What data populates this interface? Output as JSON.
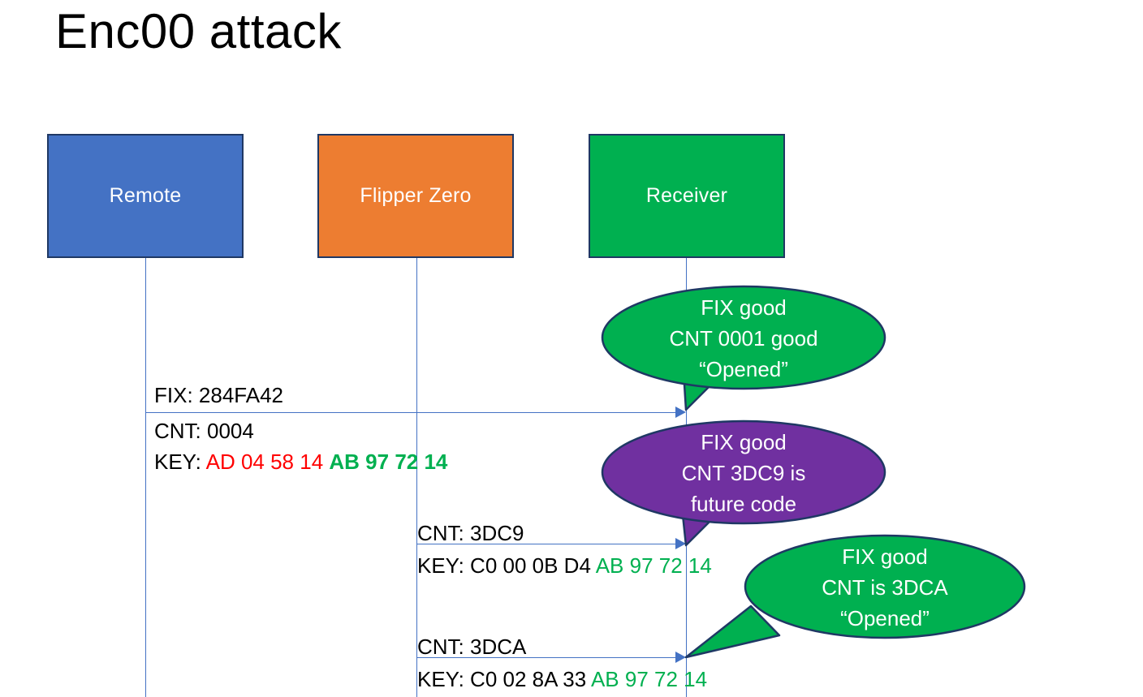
{
  "slide": {
    "title": "Enc00 attack",
    "background": "#FFFFFF"
  },
  "colors": {
    "remote": "#4472C4",
    "flipper": "#ED7D31",
    "receiver": "#00B050",
    "callout_green": "#00B050",
    "callout_purple": "#7030A0",
    "outline": "#1F3864",
    "lifeline": "#4472C4",
    "hex_red": "#FF0000",
    "hex_green": "#00B050",
    "text": "#000000"
  },
  "actors": [
    {
      "id": "remote",
      "label": "Remote"
    },
    {
      "id": "flipper",
      "label": "Flipper Zero"
    },
    {
      "id": "receiver",
      "label": "Receiver"
    }
  ],
  "messages": [
    {
      "id": "msg-1",
      "from": "remote",
      "to": "receiver",
      "lines": [
        {
          "label": "FIX: 284FA42"
        }
      ]
    },
    {
      "id": "msg-2",
      "from": "remote",
      "to": "receiver",
      "lines": [
        {
          "label": "CNT: 0004"
        },
        {
          "prefix": "KEY: ",
          "hex_red": "AD 04 58 14",
          "hex_green": "AB 97 72 14"
        }
      ]
    },
    {
      "id": "msg-3",
      "from": "flipper",
      "to": "receiver",
      "lines": [
        {
          "label": "CNT: 3DC9"
        },
        {
          "prefix": "KEY: C0 00 0B D4 ",
          "hex_green": "AB 97 72 14"
        }
      ]
    },
    {
      "id": "msg-4",
      "from": "flipper",
      "to": "receiver",
      "lines": [
        {
          "label": "CNT: 3DCA"
        },
        {
          "prefix": "KEY: C0 02 8A 33 ",
          "hex_green": "AB 97 72 14"
        }
      ]
    }
  ],
  "callouts": [
    {
      "id": "callout-1",
      "color": "green",
      "lines": [
        "FIX good",
        "CNT 0001 good",
        "“Opened”"
      ]
    },
    {
      "id": "callout-2",
      "color": "purple",
      "lines": [
        "FIX good",
        "CNT 3DC9 is",
        "future code"
      ]
    },
    {
      "id": "callout-3",
      "color": "green",
      "lines": [
        "FIX good",
        "CNT is 3DCA",
        "“Opened”"
      ]
    }
  ]
}
